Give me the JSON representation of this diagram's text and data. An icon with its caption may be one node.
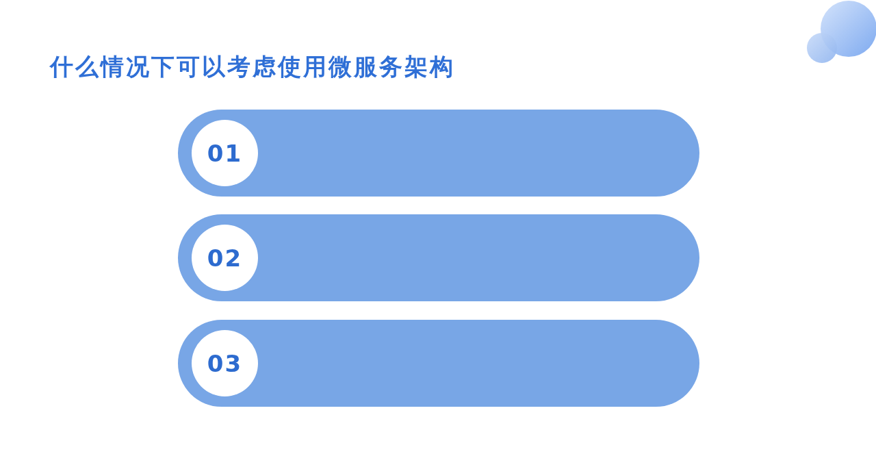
{
  "diagram": {
    "title": "什么情况下可以考虑使用微服务架构",
    "nodes": [
      {
        "text": [],
        "shape": "bar"
      },
      {
        "text": [
          "01"
        ],
        "in": 0
      },
      {
        "text": [],
        "shape": "bar"
      },
      {
        "text": [
          "02"
        ],
        "in": 2
      },
      {
        "text": [],
        "shape": "bar"
      },
      {
        "text": [
          "03"
        ],
        "in": 4
      }
    ]
  }
}
